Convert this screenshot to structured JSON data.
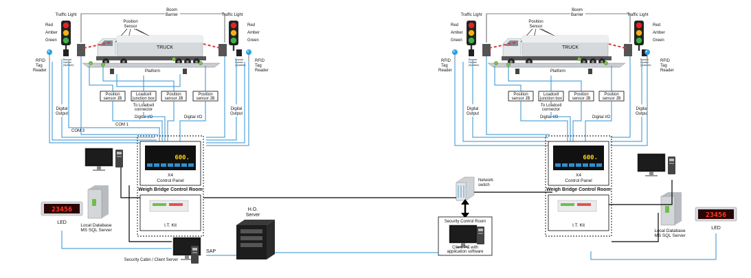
{
  "labels": {
    "traffic_light": "Traffic Light",
    "red": "Red",
    "amber": "Amber",
    "green": "Green",
    "boom_barrier_1": "Boom",
    "boom_barrier_2": "Barrier",
    "position_sensor_1": "Position",
    "position_sensor_2": "Sensor",
    "truck": "TRUCK",
    "platform": "Platform",
    "rfid_1": "RFID",
    "rfid_2": "Tag",
    "rfid_3": "Reader",
    "buzzer_1": "Buzzer",
    "buzzer_2": "Hooter",
    "buzzer_3": "(Speaker)",
    "box_pos_jb_1": "Position",
    "box_pos_jb_2": "sensor JB",
    "box_load_jb_1": "Loadcell",
    "box_load_jb_2": "junction box",
    "to_loadcell_1": "To Loadcell",
    "to_loadcell_2": "connector",
    "digital_output_1": "Digital",
    "digital_output_2": "Output",
    "digital_io": "Digital I/O",
    "com1": "COM 1",
    "com3": "COM 3",
    "x4_1": "X4",
    "x4_2": "Control Panel",
    "weigh_bridge": "Weigh Bridge Control Room",
    "it_kit": "I.T. Kit",
    "led": "LED",
    "led_value": "23456",
    "display_value": "600.",
    "local_db_1": "Local Database",
    "local_db_2": "MS SQL Server",
    "security_cabin": "Security Cabin / Client Server",
    "sap": "SAP",
    "ho_server_1": "H.O.",
    "ho_server_2": "Server",
    "network_switch_1": "Network",
    "network_switch_2": "switch",
    "security_room": "Security Control Room",
    "client_pc_1": "Client PC with",
    "client_pc_2": "application software"
  },
  "colors": {
    "wire": "#2e8fd0",
    "led_digits": "#ff3a2a",
    "display_digits": "#ffd21a",
    "traffic_red": "#e52420",
    "traffic_amber": "#f3b116",
    "traffic_green": "#3cb449"
  },
  "icons": [
    "traffic-light-icon",
    "truck-icon",
    "boom-barrier-icon",
    "rfid-reader-icon",
    "computer-monitor-icon",
    "server-tower-icon",
    "network-switch-icon",
    "led-display-icon"
  ]
}
